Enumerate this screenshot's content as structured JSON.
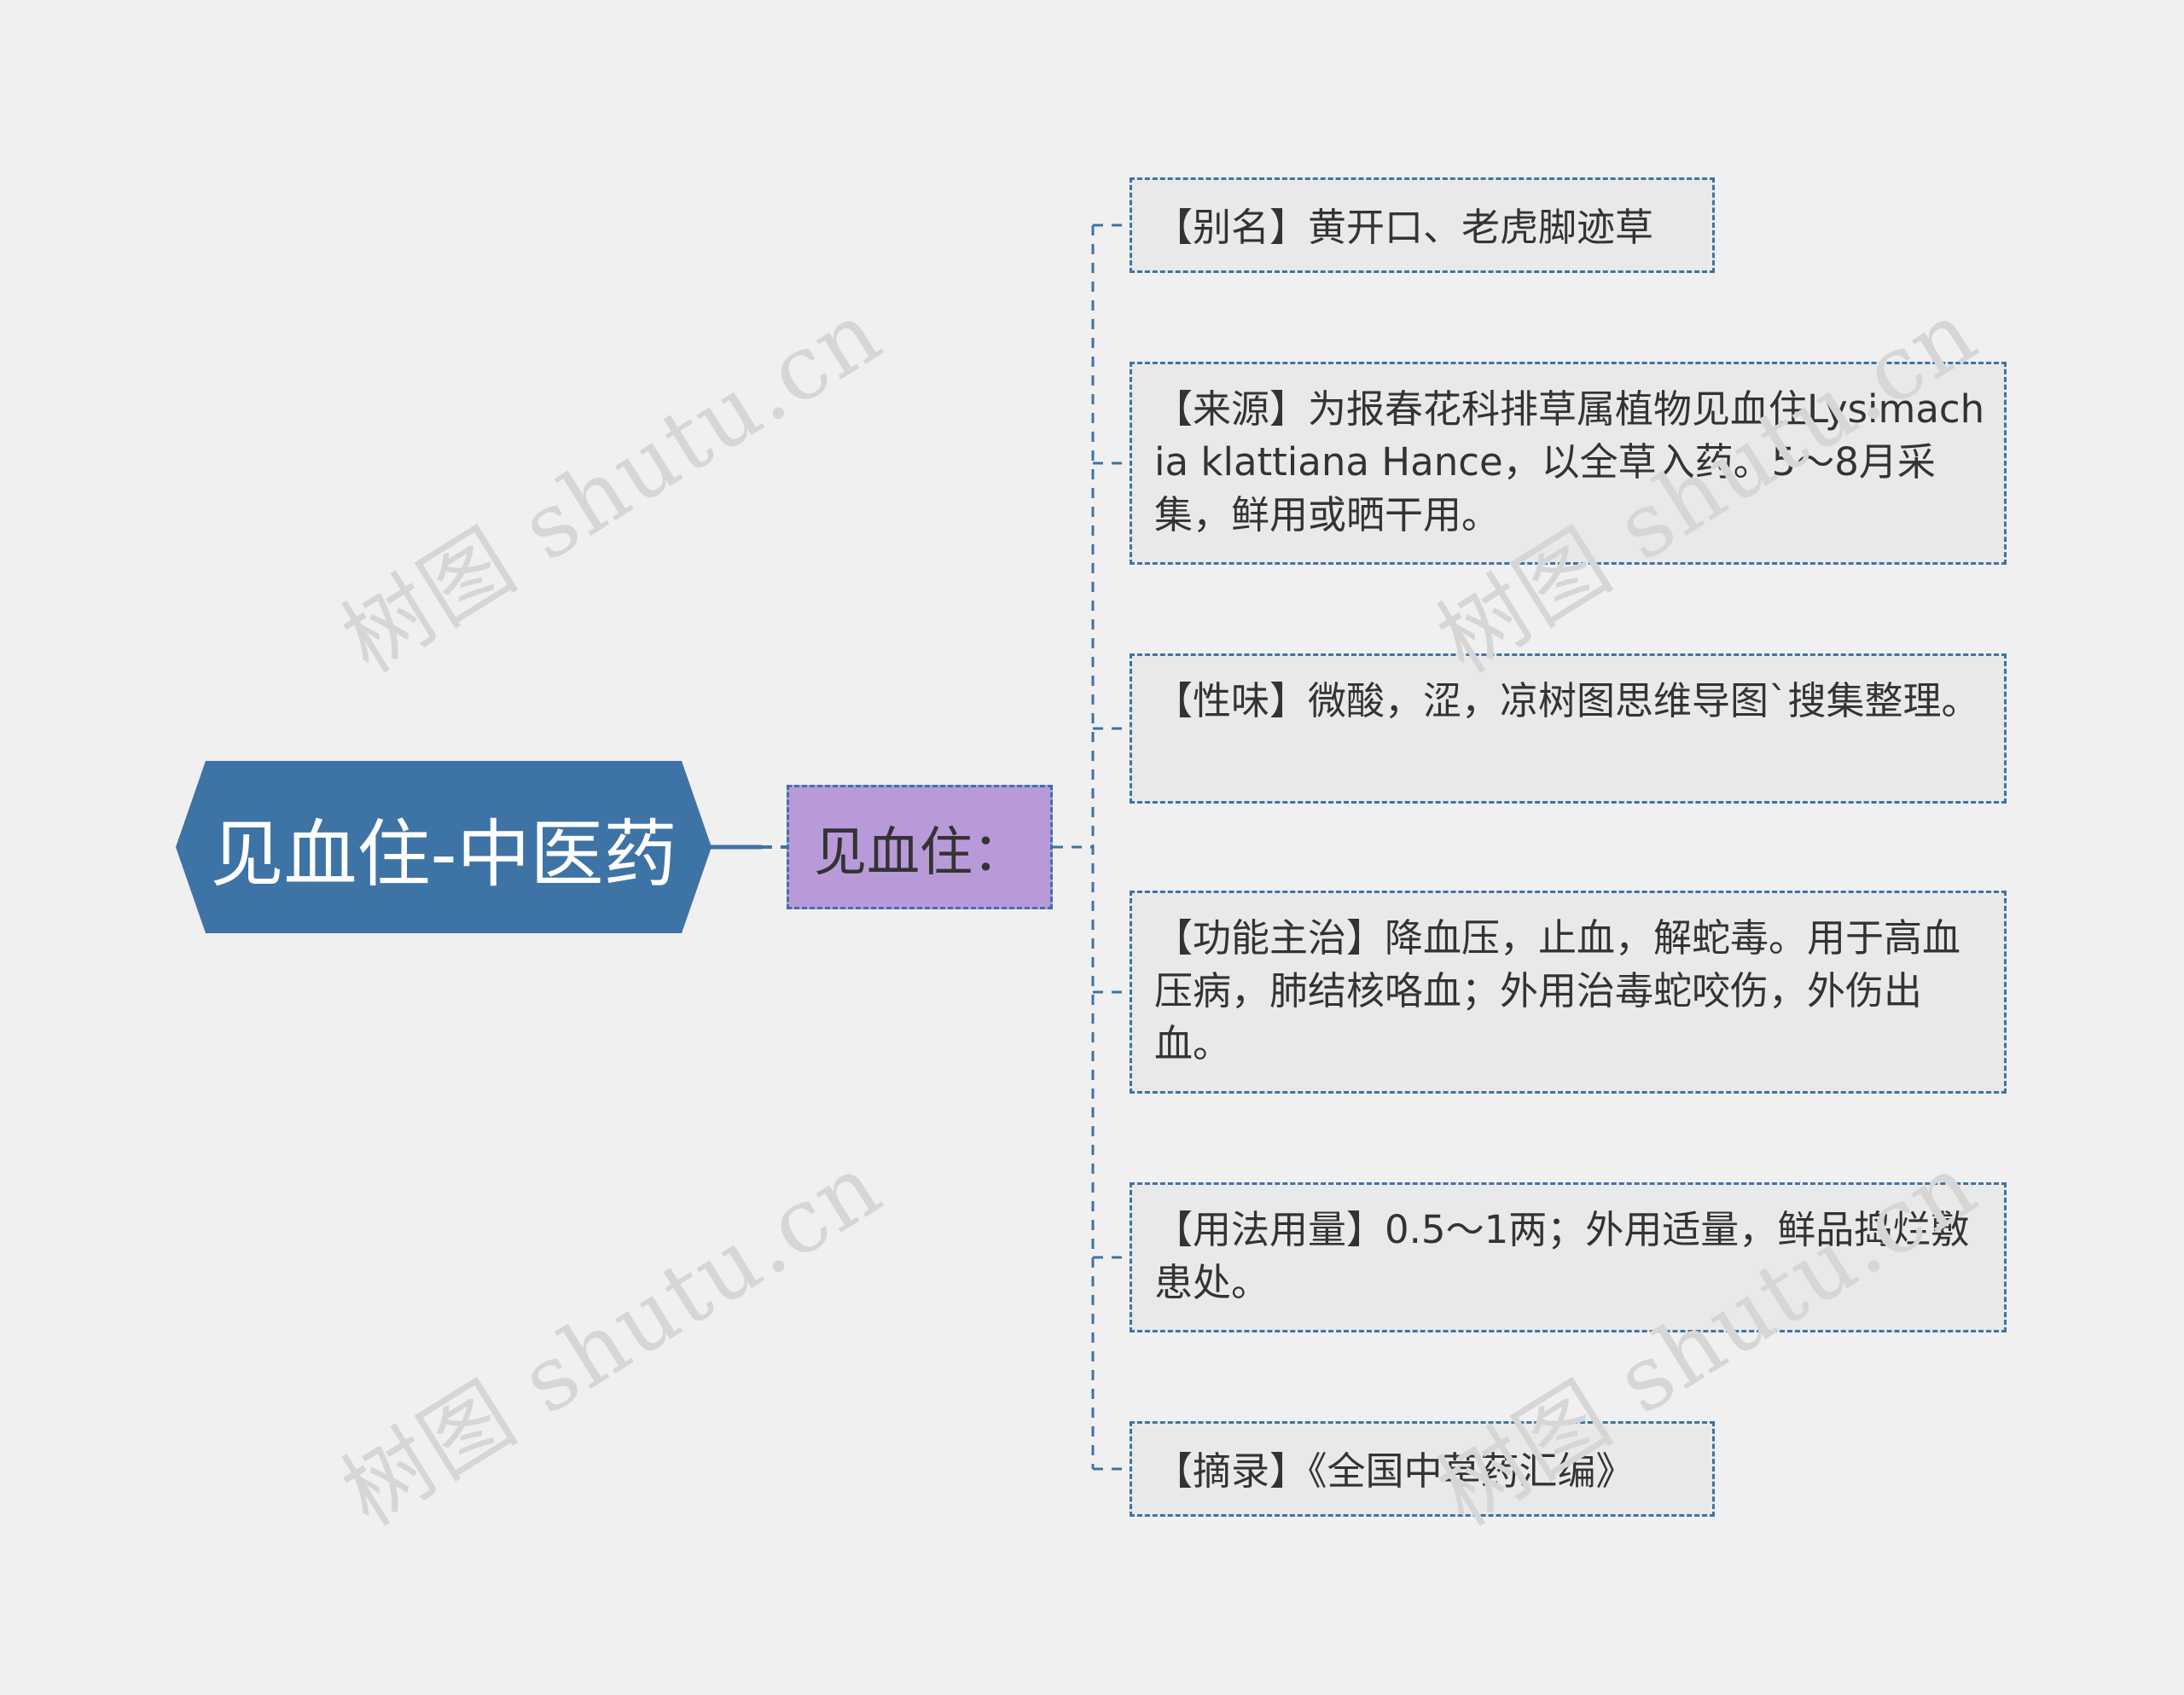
{
  "mindmap": {
    "root": {
      "label": "见血住-中医药"
    },
    "topic": {
      "label": "见血住："
    },
    "items": [
      {
        "text": "【别名】黄开口、老虎脚迹草"
      },
      {
        "text": "【来源】为报春花科排草属植物见血住Lysimachia klattiana Hance，以全草入药。5～8月采集，鲜用或晒干用。"
      },
      {
        "text": "【性味】微酸，涩，凉树图思维导图`搜集整理。"
      },
      {
        "text": "【功能主治】降血压，止血，解蛇毒。用于高血压病，肺结核咯血；外用治毒蛇咬伤，外伤出血。"
      },
      {
        "text": "【用法用量】0.5～1两；外用适量，鲜品捣烂敷患处。"
      },
      {
        "text": "【摘录】《全国中草药汇编》"
      }
    ]
  },
  "watermark": {
    "text": "树图 shutu.cn"
  },
  "colors": {
    "background": "#f0f0f0",
    "root_fill": "#3e73a5",
    "topic_fill": "#b89ad9",
    "leaf_fill": "#e9e9e9",
    "connector": "#3e73a5"
  }
}
